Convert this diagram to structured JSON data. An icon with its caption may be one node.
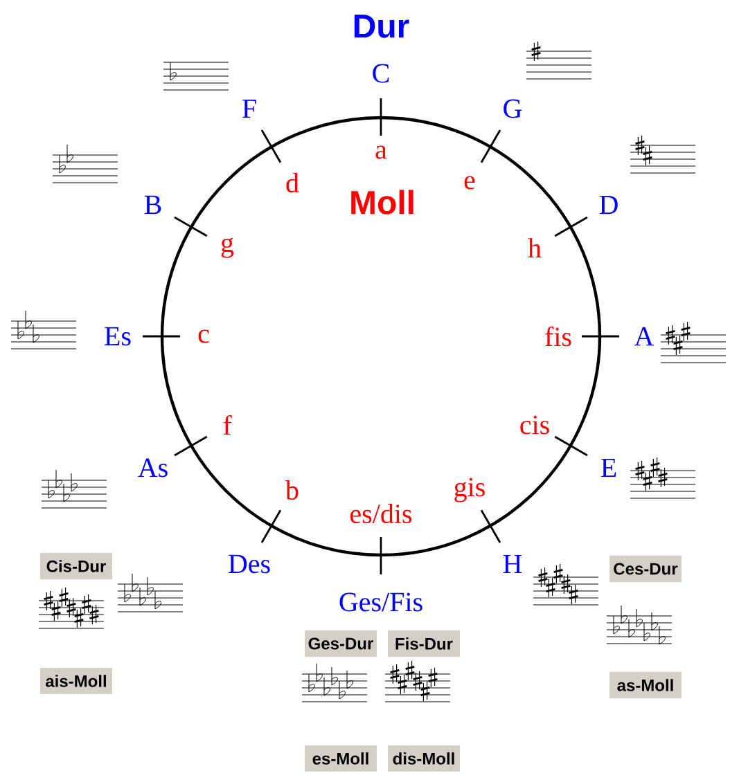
{
  "diagram": {
    "labels": [
      "Dur",
      "C",
      "F",
      "G",
      "a",
      "d",
      "e",
      "B",
      "Moll",
      "D",
      "g",
      "h",
      "Es",
      "c",
      "fis",
      "A",
      "f",
      "cis",
      "As",
      "E",
      "b",
      "gis",
      "es/dis",
      "Cis-Dur",
      "Des",
      "H",
      "Ces-Dur",
      "Ges/Fis",
      "Ges-Dur",
      "Fis-Dur",
      "ais-Moll",
      "as-Moll",
      "es-Moll",
      "dis-Moll"
    ]
  }
}
